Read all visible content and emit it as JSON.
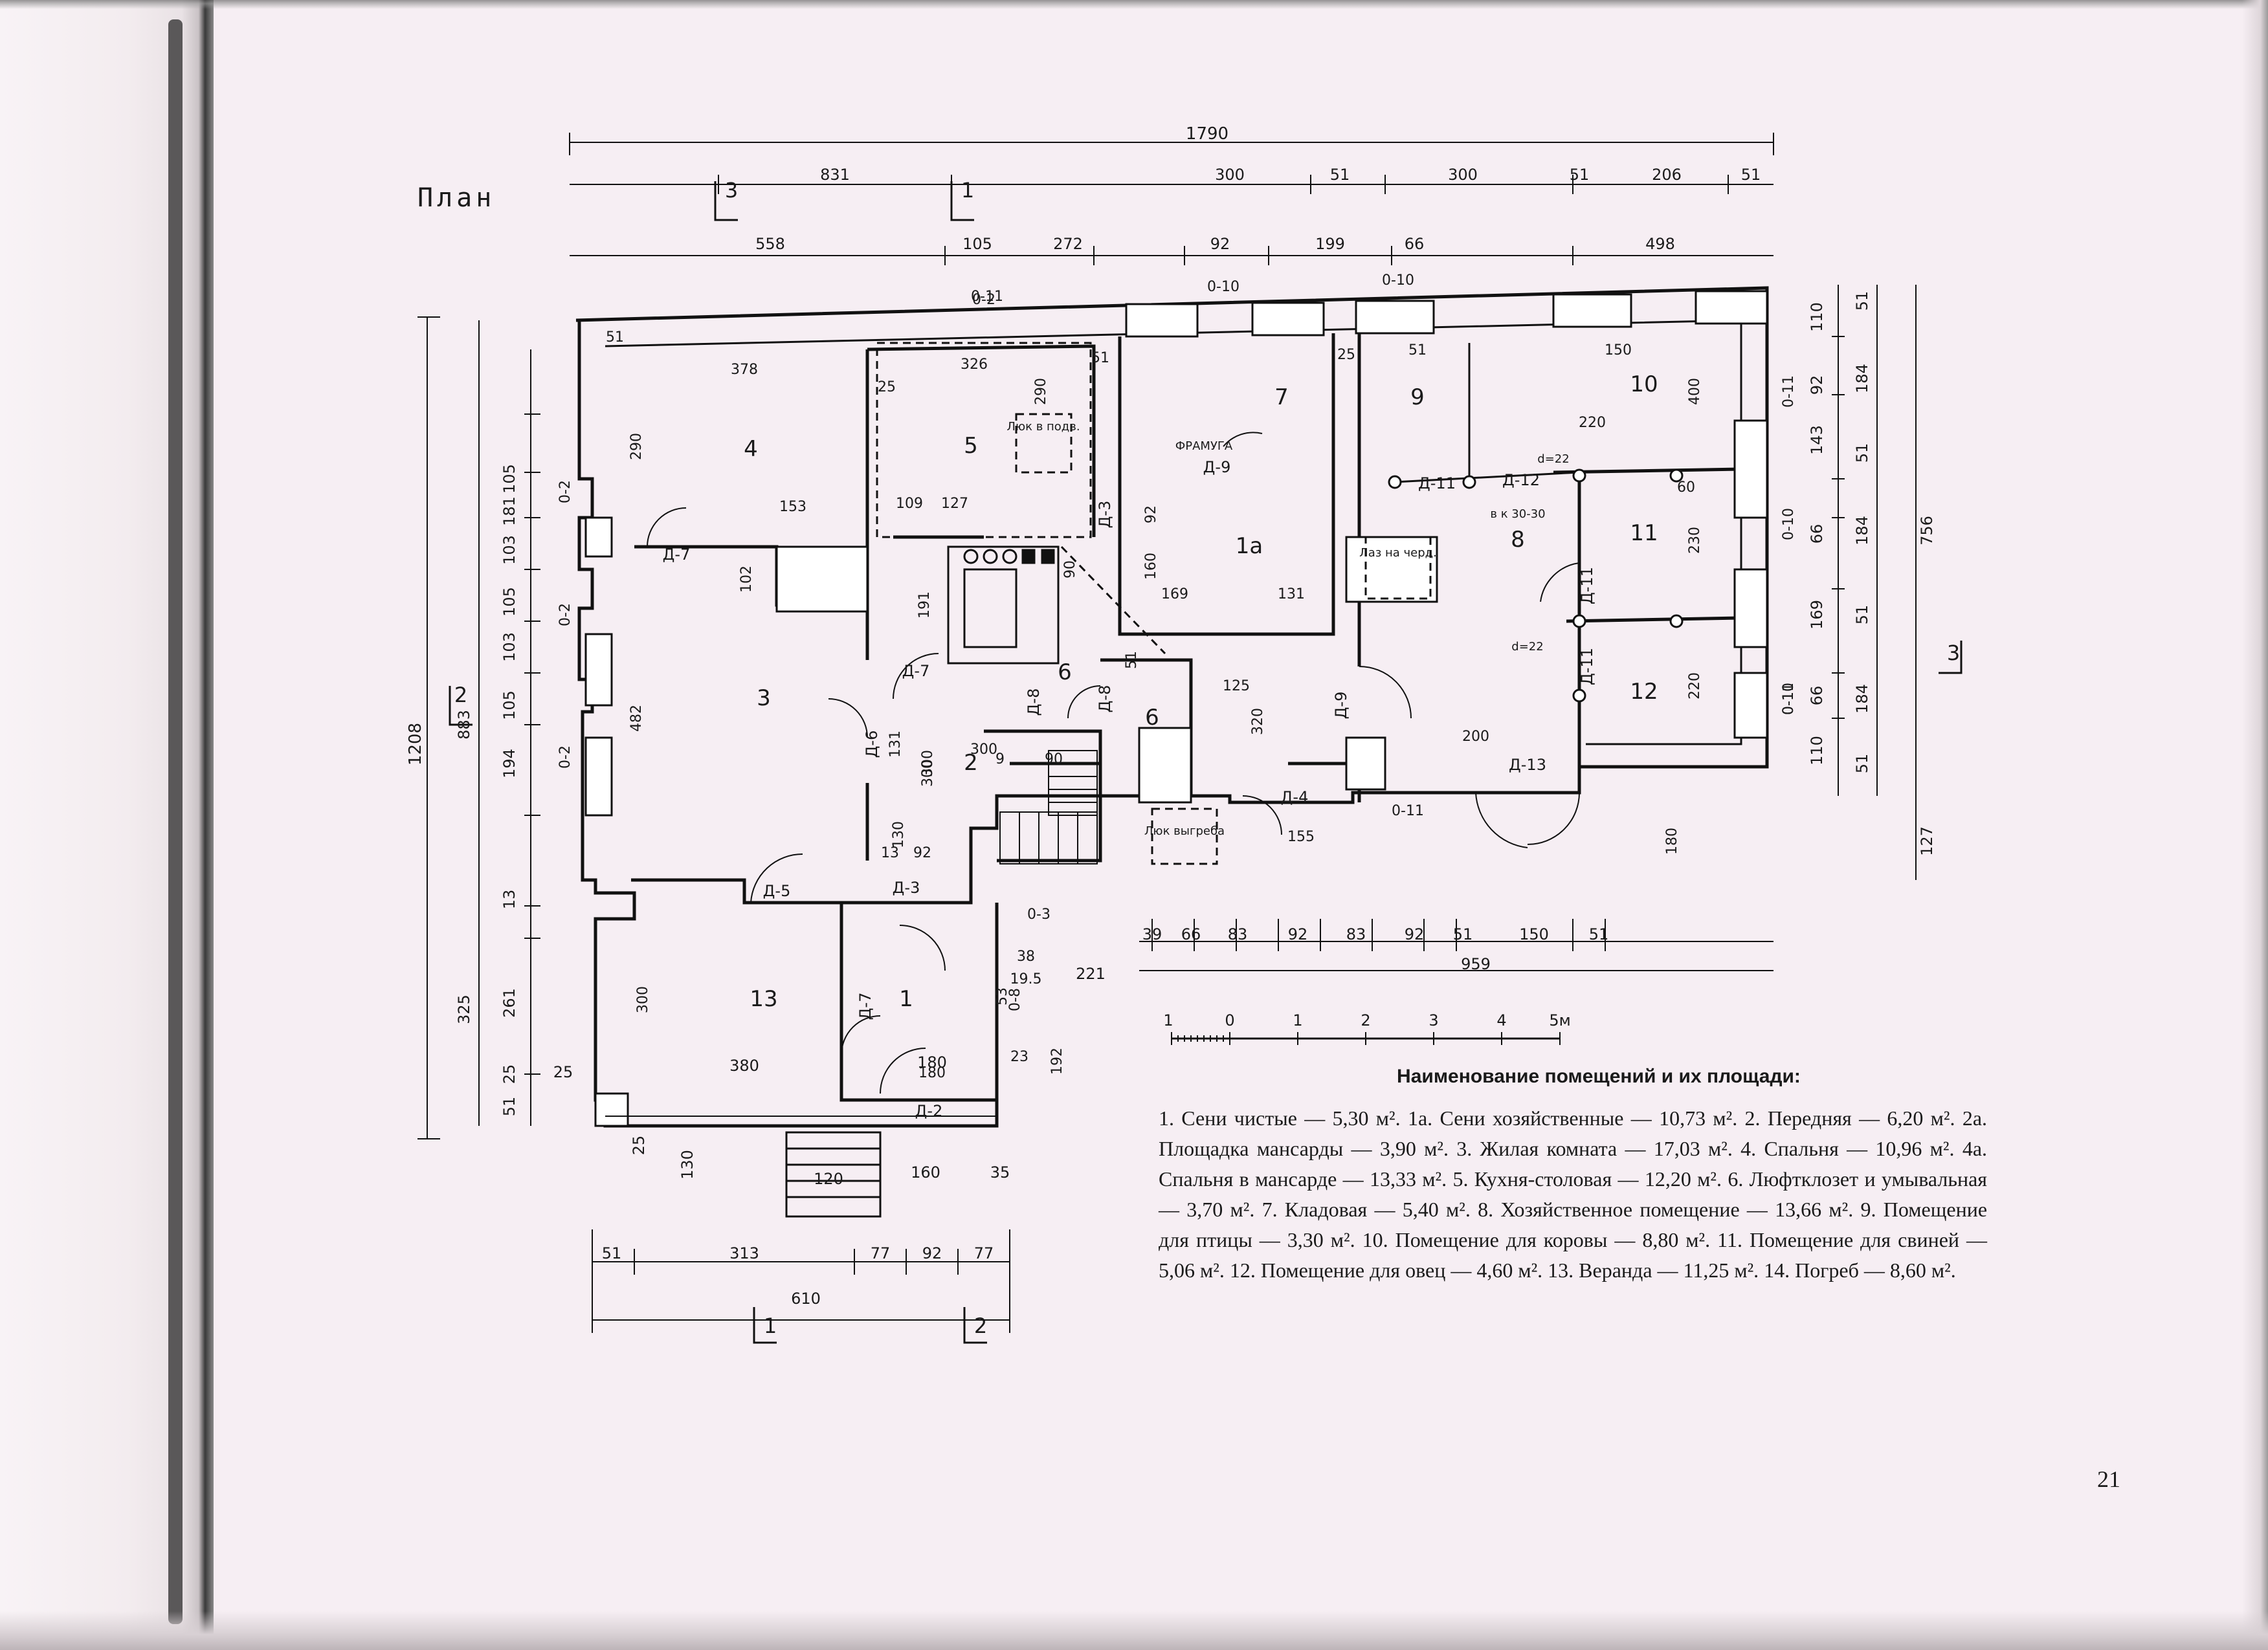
{
  "page": {
    "number": "21"
  },
  "plan": {
    "title": "План",
    "overall_width": "1790",
    "overall_depth": "1208",
    "scale": {
      "ticks": [
        "1",
        "0",
        "1",
        "2",
        "3",
        "4",
        "5м"
      ]
    },
    "room_numbers": [
      "1",
      "1а",
      "2",
      "3",
      "4",
      "5",
      "6",
      "6",
      "7",
      "8",
      "9",
      "10",
      "11",
      "12",
      "13"
    ],
    "section_marks": [
      "3",
      "1",
      "2",
      "3",
      "1",
      "2"
    ],
    "door_labels": [
      "Д-2",
      "Д-3",
      "Д-3",
      "Д-4",
      "Д-5",
      "Д-6",
      "Д-7",
      "Д-7",
      "Д-7",
      "Д-8",
      "Д-8",
      "Д-9",
      "Д-9",
      "Д-11",
      "Д-11",
      "Д-11",
      "Д-12",
      "Д-13"
    ],
    "window_labels": [
      "0-2",
      "0-2",
      "0-2",
      "0-2",
      "0-3",
      "0-8",
      "0-10",
      "0-10",
      "0-10",
      "0-10",
      "0-11",
      "0-11",
      "0-11",
      "0-11"
    ],
    "notes": [
      "Люк в подв.",
      "Лаз на черд.",
      "Люк выгреба",
      "ФРАМУГА",
      "в к 30-30",
      "d=22",
      "d=22"
    ],
    "dimensions": {
      "top_row1": [
        "831",
        "300",
        "51",
        "300",
        "51",
        "206",
        "51"
      ],
      "top_row2": [
        "558",
        "105",
        "272",
        "92",
        "199",
        "66",
        "498"
      ],
      "left_row": [
        "181",
        "105",
        "103",
        "105",
        "103",
        "105",
        "194",
        "13",
        "261",
        "51",
        "25",
        "325",
        "883"
      ],
      "right_row": [
        "110",
        "51",
        "92",
        "184",
        "143",
        "51",
        "66",
        "184",
        "169",
        "51",
        "66",
        "184",
        "110",
        "51",
        "127",
        "756"
      ],
      "bottom_row": [
        "39",
        "66",
        "83",
        "92",
        "83",
        "92",
        "51",
        "150",
        "51",
        "959",
        "221"
      ],
      "veranda_row": [
        "51",
        "313",
        "77",
        "92",
        "77",
        "610",
        "120",
        "160",
        "35",
        "130",
        "25",
        "380",
        "180",
        "25"
      ],
      "interior": [
        "51",
        "378",
        "326",
        "290",
        "25",
        "290",
        "153",
        "109",
        "127",
        "102",
        "482",
        "300",
        "51",
        "191",
        "90",
        "131",
        "300",
        "130",
        "92",
        "13",
        "300",
        "180",
        "92",
        "160",
        "169",
        "131",
        "300",
        "25",
        "51",
        "150",
        "400",
        "220",
        "60",
        "230",
        "220",
        "200",
        "320",
        "155",
        "180",
        "125",
        "51",
        "90",
        "38",
        "19.5",
        "53",
        "192",
        "23",
        "9"
      ]
    }
  },
  "legend": {
    "title": "Наименование помещений и их площади:",
    "items": [
      "1. Сени чистые — 5,30 м².",
      "1а. Сени хозяйственные — 10,73 м².",
      "2. Передняя — 6,20 м².",
      "2а. Площадка мансарды — 3,90 м².",
      "3. Жилая комната — 17,03 м².",
      "4. Спальня — 10,96 м².",
      "4а. Спальня в мансарде — 13,33 м².",
      "5. Кухня-столовая — 12,20 м².",
      "6. Люфтклозет и умывальная — 3,70 м².",
      "7. Кладовая — 5,40 м².",
      "8. Хозяйственное помещение — 13,66 м².",
      "9. Помещение для птицы — 3,30 м².",
      "10. Помещение для коровы — 8,80 м².",
      "11. Помещение для свиней — 5,06 м².",
      "12. Помещение для овец — 4,60 м².",
      "13. Веранда — 11,25 м².",
      "14. Погреб — 8,60 м²."
    ]
  }
}
